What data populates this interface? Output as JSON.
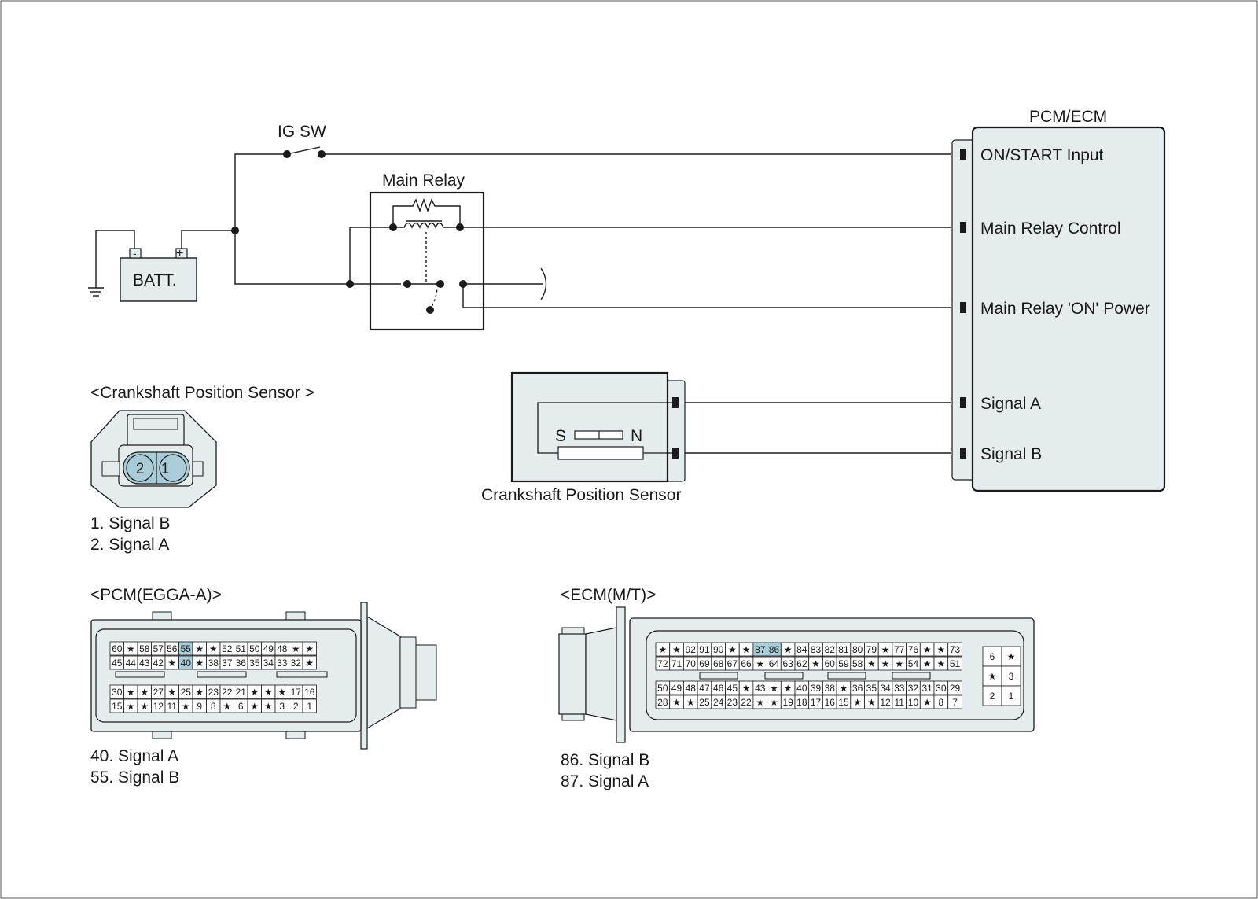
{
  "labels": {
    "ig_sw": "IG SW",
    "main_relay": "Main Relay",
    "batt": "BATT.",
    "batt_minus": "-",
    "batt_plus": "+",
    "pcm_ecm": "PCM/ECM",
    "sensor_s": "S",
    "sensor_n": "N",
    "sensor_title": "Crankshaft Position Sensor"
  },
  "pcm_pins": [
    "ON/START Input",
    "Main Relay Control",
    "Main Relay 'ON' Power",
    "Signal A",
    "Signal B"
  ],
  "cps_connector": {
    "title": "<Crankshaft Position Sensor >",
    "pins": [
      "2",
      "1"
    ],
    "legend": [
      "1. Signal B",
      "2. Signal A"
    ]
  },
  "pcm_connector": {
    "title": "<PCM(EGGA-A)>",
    "rows": [
      [
        "60",
        "★",
        "58",
        "57",
        "56",
        "55",
        "★",
        "★",
        "52",
        "51",
        "50",
        "49",
        "48",
        "★",
        "★"
      ],
      [
        "45",
        "44",
        "43",
        "42",
        "★",
        "40",
        "★",
        "38",
        "37",
        "36",
        "35",
        "34",
        "33",
        "32",
        "★"
      ],
      [
        "30",
        "★",
        "★",
        "27",
        "★",
        "25",
        "★",
        "23",
        "22",
        "21",
        "★",
        "★",
        "★",
        "17",
        "16"
      ],
      [
        "15",
        "★",
        "★",
        "12",
        "11",
        "★",
        "9",
        "8",
        "★",
        "6",
        "★",
        "★",
        "3",
        "2",
        "1"
      ]
    ],
    "highlighted": [
      "55",
      "40"
    ],
    "legend": [
      "40. Signal A",
      "55. Signal B"
    ]
  },
  "ecm_connector": {
    "title": "<ECM(M/T)>",
    "rows": [
      [
        "★",
        "★",
        "92",
        "91",
        "90",
        "★",
        "★",
        "87",
        "86",
        "★",
        "84",
        "83",
        "82",
        "81",
        "80",
        "79",
        "★",
        "77",
        "76",
        "★",
        "★",
        "73"
      ],
      [
        "72",
        "71",
        "70",
        "69",
        "68",
        "67",
        "66",
        "★",
        "64",
        "63",
        "62",
        "★",
        "60",
        "59",
        "58",
        "★",
        "★",
        "★",
        "54",
        "★",
        "★",
        "51"
      ],
      [
        "50",
        "49",
        "48",
        "47",
        "46",
        "45",
        "★",
        "43",
        "★",
        "★",
        "40",
        "39",
        "38",
        "★",
        "36",
        "35",
        "34",
        "33",
        "32",
        "31",
        "30",
        "29"
      ],
      [
        "28",
        "★",
        "★",
        "25",
        "24",
        "23",
        "22",
        "★",
        "★",
        "19",
        "18",
        "17",
        "16",
        "15",
        "★",
        "★",
        "12",
        "11",
        "10",
        "★",
        "8",
        "7"
      ]
    ],
    "side_rows": [
      [
        "6",
        "★"
      ],
      [
        "★",
        "3"
      ],
      [
        "2",
        "1"
      ]
    ],
    "highlighted": [
      "87",
      "86"
    ],
    "legend": [
      "86. Signal B",
      "87. Signal A"
    ]
  },
  "colors": {
    "box_fill": "#e4ecee",
    "pin_highlight": "#a9cdd8",
    "line": "#1a1a1a"
  }
}
